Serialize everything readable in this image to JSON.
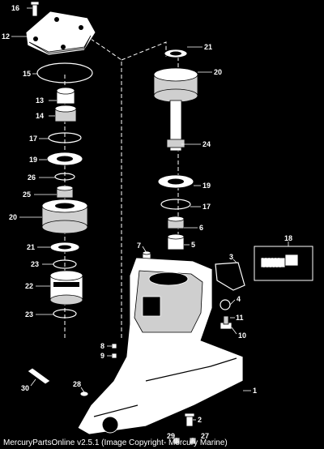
{
  "footer": {
    "caption": "MercuryPartsOnline v2.5.1 (Image Copyright- Mercury Marine)"
  },
  "callouts": {
    "c1": "1",
    "c2": "2",
    "c3": "3",
    "c4": "4",
    "c5": "5",
    "c6": "6",
    "c7": "7",
    "c8": "8",
    "c9": "9",
    "c10": "10",
    "c11": "11",
    "c12": "12",
    "c13": "13",
    "c14": "14",
    "c15": "15",
    "c16": "16",
    "c17a": "17",
    "c17b": "17",
    "c18": "18",
    "c19a": "19",
    "c19b": "19",
    "c20a": "20",
    "c20b": "20",
    "c21a": "21",
    "c21b": "21",
    "c22": "22",
    "c23a": "23",
    "c23b": "23",
    "c24": "24",
    "c25": "25",
    "c26": "26",
    "c27": "27",
    "c28": "28",
    "c29": "29",
    "c30": "30"
  }
}
